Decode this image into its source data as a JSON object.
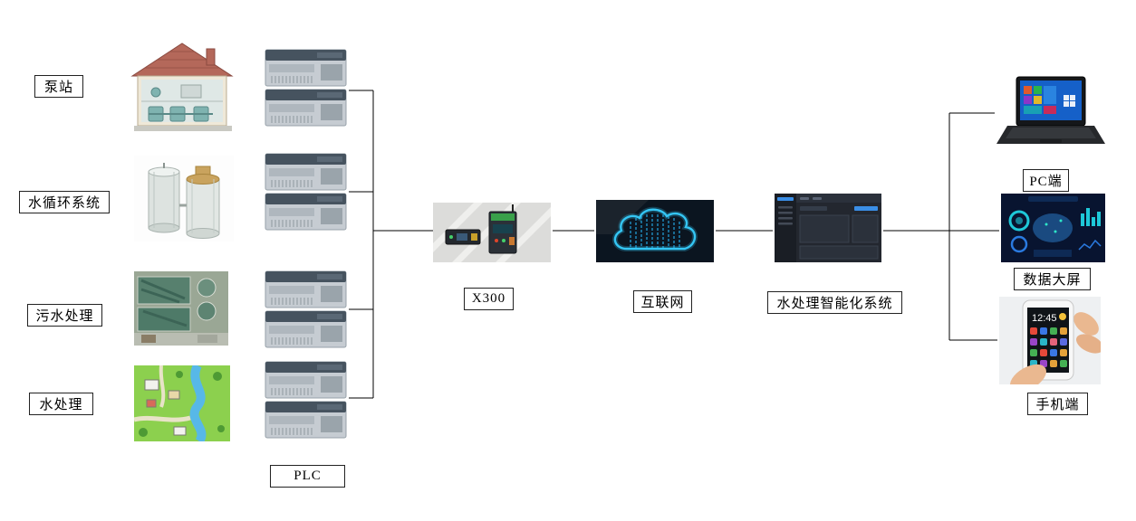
{
  "diagram": {
    "sources": [
      {
        "label": "泵站",
        "image": "pump-station-building"
      },
      {
        "label": "水循环系统",
        "image": "water-circulation-tanks"
      },
      {
        "label": "污水处理",
        "image": "sewage-treatment-plant"
      },
      {
        "label": "水处理",
        "image": "water-treatment-map"
      }
    ],
    "plc": {
      "label": "PLC"
    },
    "gateway": {
      "label": "X300"
    },
    "internet": {
      "label": "互联网"
    },
    "platform": {
      "label": "水处理智能化系统"
    },
    "clients": [
      {
        "label": "PC端",
        "image": "laptop"
      },
      {
        "label": "数据大屏",
        "image": "data-dashboard"
      },
      {
        "label": "手机端",
        "image": "smartphone-in-hand",
        "screen_time": "12:45"
      }
    ]
  },
  "colors": {
    "connector_line": "#000000",
    "cloud_neon": "#34c6f4",
    "label_border": "#222222"
  }
}
